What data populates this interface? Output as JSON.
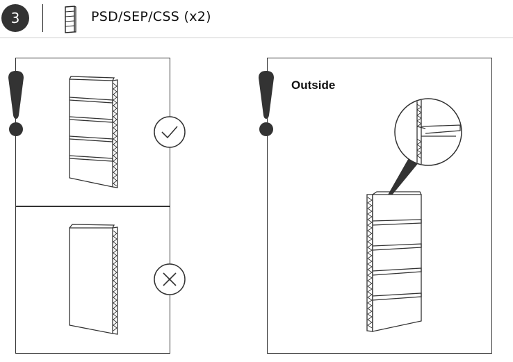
{
  "header": {
    "step_number": "3",
    "title": "PSD/SEP/CSS (x2)",
    "panel_icon": "panel-icon"
  },
  "left_panel": {
    "correct": {
      "warning_icon": "exclamation-icon",
      "status_icon": "check-circle-icon",
      "panel_slats": 5
    },
    "incorrect": {
      "status_icon": "cross-circle-icon"
    }
  },
  "right_panel": {
    "warning_icon": "exclamation-icon",
    "label": "Outside",
    "zoom_icon": "magnifier-detail-circle",
    "panel_slats": 5
  },
  "colors": {
    "stroke": "#333333",
    "badge_bg": "#333333",
    "badge_text": "#ffffff",
    "rule": "#d0d0d0"
  }
}
